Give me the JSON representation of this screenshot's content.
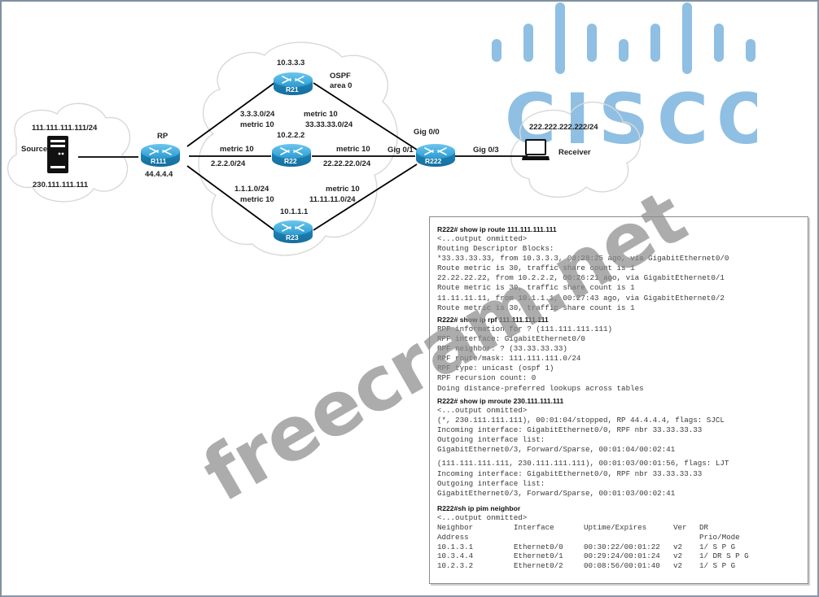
{
  "diagram": {
    "source": {
      "label": "Source",
      "ip": "111.111.111.111/24",
      "group": "230.111.111.111"
    },
    "receiver": {
      "label": "Receiver",
      "ip": "222.222.222.222/24"
    },
    "ospf_label": [
      "OSPF",
      "area 0"
    ],
    "routers": [
      {
        "id": "R111",
        "name": "R111",
        "top_label": "RP",
        "bottom_label": "44.4.4.4"
      },
      {
        "id": "R21",
        "name": "R21",
        "top_label": "10.3.3.3"
      },
      {
        "id": "R22",
        "name": "R22",
        "top_label": "10.2.2.2"
      },
      {
        "id": "R23",
        "name": "R23",
        "top_label": "10.1.1.1"
      },
      {
        "id": "R222",
        "name": "R222"
      }
    ],
    "links": [
      {
        "from": "R111",
        "to": "R21",
        "subnet": "3.3.3.0/24",
        "metric": "metric 10"
      },
      {
        "from": "R111",
        "to": "R22",
        "subnet": "2.2.2.0/24",
        "metric": "metric 10"
      },
      {
        "from": "R111",
        "to": "R23",
        "subnet": "1.1.1.0/24",
        "metric": "metric 10"
      },
      {
        "from": "R21",
        "to": "R222",
        "subnet": "33.33.33.0/24",
        "metric": "metric 10",
        "interface": "Gig 0/0"
      },
      {
        "from": "R22",
        "to": "R222",
        "subnet": "22.22.22.0/24",
        "metric": "metric 10",
        "interface": "Gig 0/1"
      },
      {
        "from": "R23",
        "to": "R222",
        "subnet": "11.11.11.0/24",
        "metric": "metric 10"
      },
      {
        "from": "R222",
        "to": "Receiver",
        "interface": "Gig 0/3"
      }
    ],
    "brand": {
      "name": "CISCO",
      "color": "#8fbfe3"
    },
    "router_color": "#2d9fd3"
  },
  "cli": {
    "route": {
      "command": "R222# show ip route 111.111.111.111",
      "lines": [
        "<...output onmitted>",
        "Routing Descriptor Blocks:",
        "*33.33.33.33, from 10.3.3.3, 00:28:25 ago, via GigabitEthernet0/0",
        "Route metric is 30, traffic share count is 1",
        "22.22.22.22, from 10.2.2.2, 00:26:21 ago, via GigabitEthernet0/1",
        "Route metric is 30, traffic share count is 1",
        "11.11.11.11, from 10.1.1.1, 00:27:43 ago, via GigabitEthernet0/2",
        "Route metric is 30, traffic share count is 1"
      ]
    },
    "rpf": {
      "command": "R222# show ip rpf 111.111.111.111",
      "lines": [
        "RPF information for ? (111.111.111.111)",
        "RPF interface: GigabitEthernet0/0",
        "RPF neighbor: ? (33.33.33.33)",
        "RPF route/mask: 111.111.111.0/24",
        "RPF type: unicast (ospf 1)",
        "RPF recursion count: 0",
        "Doing distance-preferred lookups across tables"
      ]
    },
    "mroute": {
      "command": "R222# show ip mroute 230.111.111.111",
      "lines": [
        "<...output onmitted>",
        "(*, 230.111.111.111), 00:01:04/stopped, RP 44.4.4.4, flags: SJCL",
        "Incoming interface: GigabitEthernet0/0, RPF nbr 33.33.33.33",
        "Outgoing interface list:",
        "GigabitEthernet0/3, Forward/Sparse, 00:01:04/00:02:41"
      ],
      "lines2": [
        "(111.111.111.111, 230.111.111.111), 00:01:03/00:01:56, flags: LJT",
        "Incoming interface: GigabitEthernet0/0, RPF nbr 33.33.33.33",
        "Outgoing interface list:",
        "GigabitEthernet0/3, Forward/Sparse, 00:01:03/00:02:41"
      ]
    },
    "pim": {
      "command": "R222#sh ip pim neighbor",
      "omitted": "<...output onmitted>",
      "headers": [
        "Neighbor",
        "Interface",
        "Uptime/Expires",
        "Ver",
        "DR"
      ],
      "headers2": [
        "Address",
        "",
        "",
        "",
        "Prio/Mode"
      ],
      "rows": [
        [
          "10.1.3.1",
          "Ethernet0/0",
          "00:30:22/00:01:22",
          "v2",
          "1/ S P G"
        ],
        [
          "10.3.4.4",
          "Ethernet0/1",
          "00:29:24/00:01:24",
          "v2",
          "1/ DR S P G"
        ],
        [
          "10.2.3.2",
          "Ethernet0/2",
          "00:08:56/00:01:40",
          "v2",
          "1/ S P G"
        ]
      ]
    }
  },
  "watermark": "freecram.net"
}
